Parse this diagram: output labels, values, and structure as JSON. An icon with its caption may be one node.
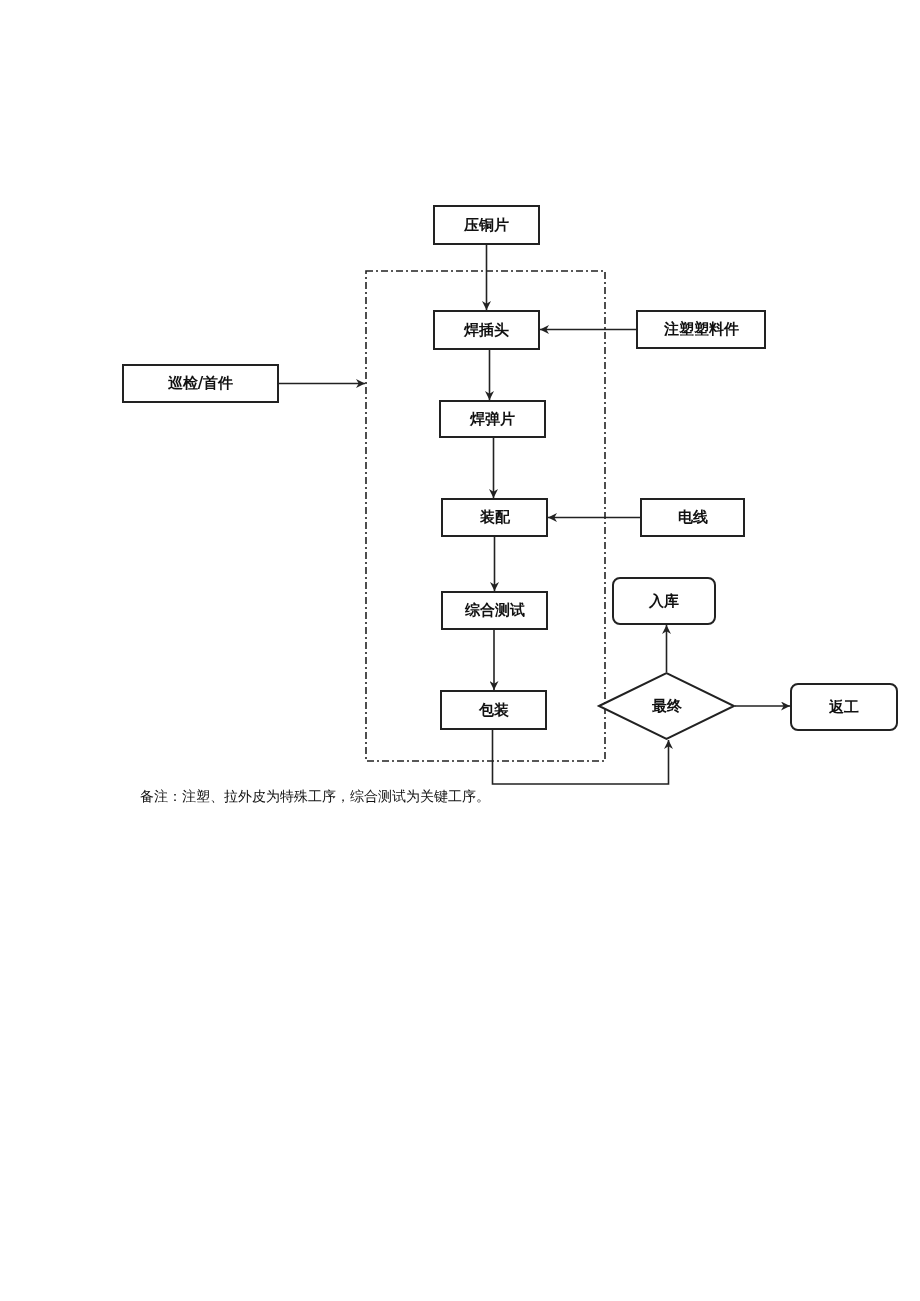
{
  "diagram": {
    "nodes": [
      {
        "text": [
          "压铜片"
        ]
      },
      {
        "text": [],
        "shape": "box"
      },
      {
        "text": [
          "焊插头"
        ],
        "in": 1
      },
      {
        "text": [
          "注塑塑料件"
        ]
      },
      {
        "text": [
          "巡检/首件"
        ]
      },
      {
        "text": [
          "焊弹片"
        ],
        "in": 1
      },
      {
        "text": [
          "装配"
        ],
        "in": 1
      },
      {
        "text": [
          "电线"
        ]
      },
      {
        "text": [
          "入库"
        ]
      },
      {
        "text": [
          "综合测试"
        ],
        "in": 1
      },
      {
        "text": [
          "最终"
        ]
      },
      {
        "text": [
          "包装"
        ],
        "in": 1
      },
      {
        "text": [
          "返工"
        ]
      }
    ],
    "edges": [
      {
        "from": 0,
        "to": 2,
        "arrow": "to"
      },
      {
        "from": 3,
        "to": 2,
        "arrow": "to"
      },
      {
        "from": 4,
        "to": 1,
        "arrow": "to"
      },
      {
        "from": 2,
        "to": 5,
        "arrow": "to"
      },
      {
        "from": 5,
        "to": 6,
        "arrow": "to"
      },
      {
        "from": 7,
        "to": 6,
        "arrow": "to"
      },
      {
        "from": 6,
        "to": 9,
        "arrow": "to"
      },
      {
        "from": 9,
        "to": 11,
        "arrow": "to"
      },
      {
        "from": 11,
        "to": 10,
        "arrow": "to"
      },
      {
        "from": 10,
        "to": 8,
        "arrow": "to"
      },
      {
        "from": 10,
        "to": 12,
        "arrow": "to"
      }
    ],
    "labels": [
      "备注：注塑、拉外皮为特殊工序，综合测试为关键工序。"
    ]
  }
}
